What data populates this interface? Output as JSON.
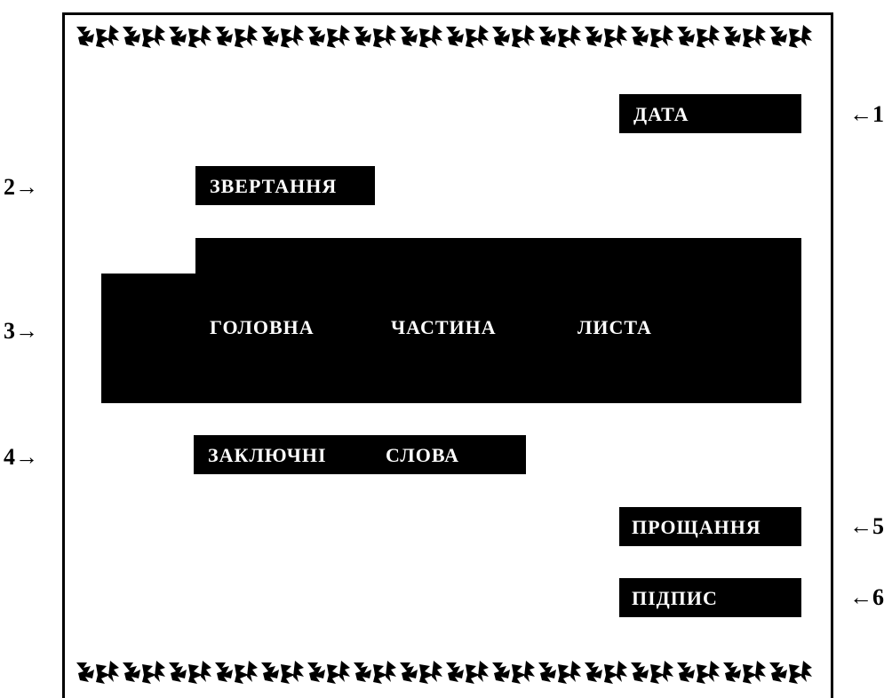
{
  "blocks": {
    "date": "ДАТА",
    "salutation": "ЗВЕРТАННЯ",
    "main_body": {
      "word1": "ГОЛОВНА",
      "word2": "ЧАСТИНА",
      "word3": "ЛИСТА"
    },
    "closing_words": {
      "word1": "ЗАКЛЮЧНІ",
      "word2": "СЛОВА"
    },
    "farewell": "ПРОЩАННЯ",
    "signature": "ПІДПИС"
  },
  "markers": {
    "m1": "←1",
    "m2": "2→",
    "m3": "3→",
    "m4": "4→",
    "m5": "←5",
    "m6": "←6"
  },
  "colors": {
    "block_fill": "#000000",
    "block_text": "#ffffff",
    "background": "#ffffff"
  },
  "ornament_icon": "floral-border-icon"
}
